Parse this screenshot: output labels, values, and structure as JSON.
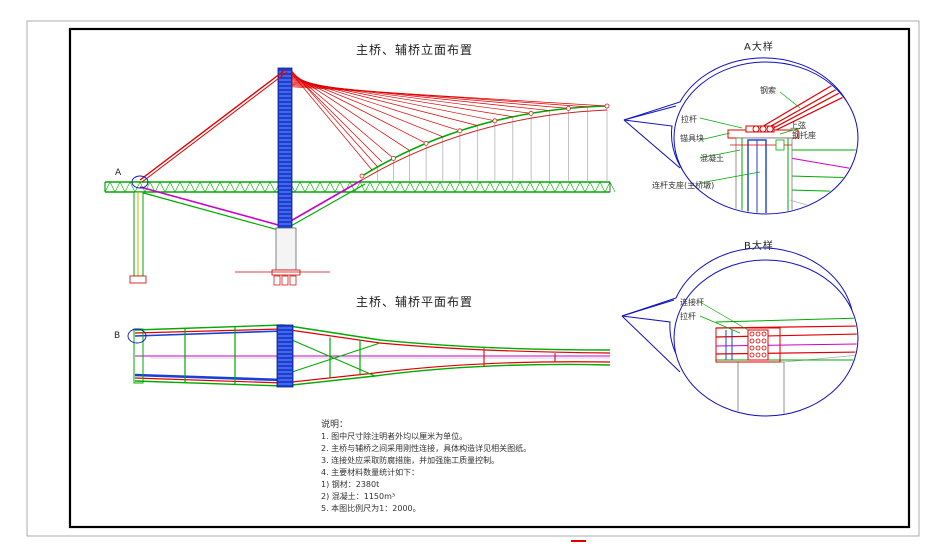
{
  "titles": {
    "elevation": "主桥、辅桥立面布置",
    "plan": "主桥、辅桥平面布置",
    "detail_a": "A大样",
    "detail_b": "B大样"
  },
  "markers": {
    "a": "A",
    "b": "B"
  },
  "detail_a_labels": [
    "钢索",
    "拉杆",
    "锚具块",
    "混凝土",
    "上弦",
    "钢托座",
    "连杆支座(主桥墩)"
  ],
  "detail_b_labels": [
    "连接杆",
    "拉杆"
  ],
  "notes": {
    "heading": "说明：",
    "lines": [
      "1. 图中尺寸除注明者外均以厘米为单位。",
      "2. 主桥与辅桥之间采用刚性连接，具体构造详见相关图纸。",
      "3. 连接处应采取防腐措施，并加强施工质量控制。",
      "4. 主要材料数量统计如下：",
      "   1) 钢材：2380t",
      "   2) 混凝土：1150m³",
      "5. 本图比例尺为1：2000。"
    ]
  },
  "colors": {
    "frame": "#000000",
    "truss": "#00aa00",
    "cable": "#e00000",
    "pylon": "#1a3fd6",
    "magenta": "#cc00cc",
    "grey": "#888888",
    "bubble": "#1010c0"
  }
}
